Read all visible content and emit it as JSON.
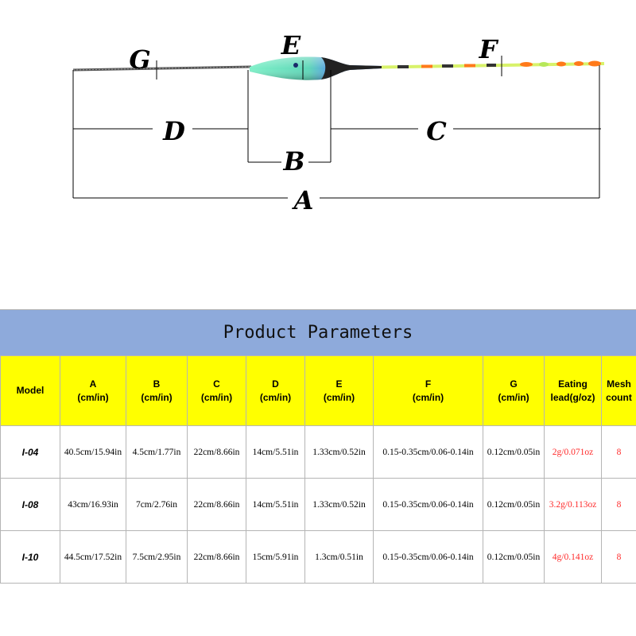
{
  "diagram": {
    "labels": {
      "A": "A",
      "B": "B",
      "C": "C",
      "D": "D",
      "E": "E",
      "F": "F",
      "G": "G"
    }
  },
  "table": {
    "title": "Product Parameters",
    "headers": [
      {
        "line1": "Model",
        "line2": ""
      },
      {
        "line1": "A",
        "line2": "(cm/in)"
      },
      {
        "line1": "B",
        "line2": "(cm/in)"
      },
      {
        "line1": "C",
        "line2": "(cm/in)"
      },
      {
        "line1": "D",
        "line2": "(cm/in)"
      },
      {
        "line1": "E",
        "line2": "(cm/in)"
      },
      {
        "line1": "F",
        "line2": "(cm/in)"
      },
      {
        "line1": "G",
        "line2": "(cm/in)"
      },
      {
        "line1": "Eating",
        "line2": "lead(g/oz)"
      },
      {
        "line1": "Mesh",
        "line2": "count"
      }
    ],
    "rows": [
      [
        "I-04",
        "40.5cm/15.94in",
        "4.5cm/1.77in",
        "22cm/8.66in",
        "14cm/5.51in",
        "1.33cm/0.52in",
        "0.15-0.35cm/0.06-0.14in",
        "0.12cm/0.05in",
        "2g/0.071oz",
        "8"
      ],
      [
        "I-08",
        "43cm/16.93in",
        "7cm/2.76in",
        "22cm/8.66in",
        "14cm/5.51in",
        "1.33cm/0.52in",
        "0.15-0.35cm/0.06-0.14in",
        "0.12cm/0.05in",
        "3.2g/0.113oz",
        "8"
      ],
      [
        "I-10",
        "44.5cm/17.52in",
        "7.5cm/2.95in",
        "22cm/8.66in",
        "15cm/5.91in",
        "1.3cm/0.51in",
        "0.15-0.35cm/0.06-0.14in",
        "0.12cm/0.05in",
        "4g/0.141oz",
        "8"
      ]
    ]
  }
}
